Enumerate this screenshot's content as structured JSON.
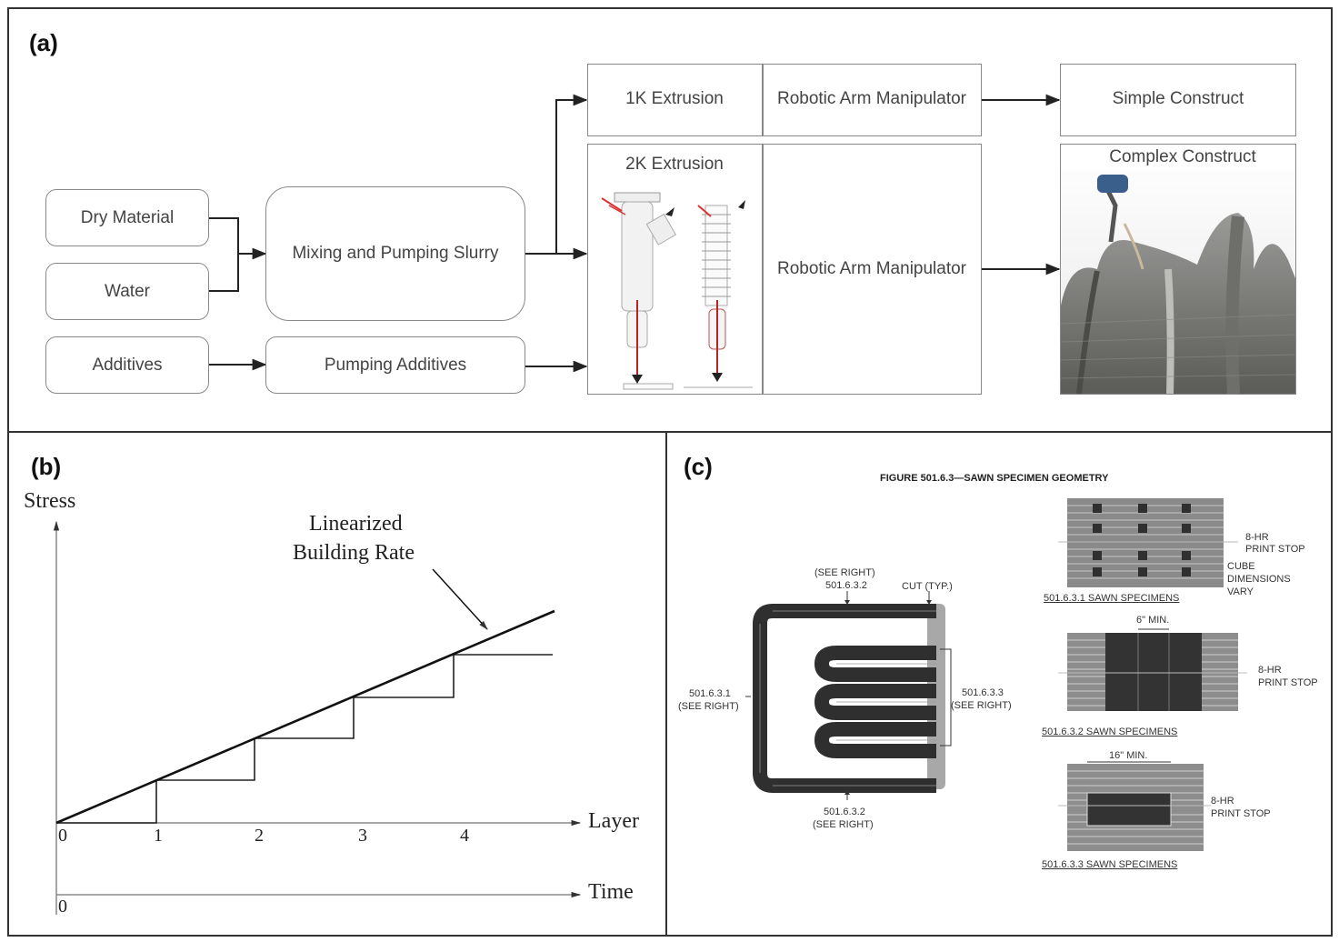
{
  "panel_a": {
    "label": "(a)",
    "inputs": [
      "Dry Material",
      "Water",
      "Additives"
    ],
    "mixing": "Mixing and Pumping Slurry",
    "pumping_additives": "Pumping Additives",
    "extrusion_1k": "1K Extrusion",
    "extrusion_2k": "2K Extrusion",
    "robotic_1": "Robotic Arm Manipulator",
    "robotic_2": "Robotic Arm Manipulator",
    "simple_construct": "Simple Construct",
    "complex_construct": "Complex Construct"
  },
  "panel_b": {
    "label": "(b)",
    "y_axis": "Stress",
    "x_axis_layer": "Layer",
    "x_axis_time": "Time",
    "annotation_line1": "Linearized",
    "annotation_line2": "Building Rate",
    "layer_ticks": [
      "0",
      "1",
      "2",
      "3",
      "4"
    ],
    "time_origin": "0"
  },
  "panel_c": {
    "label": "(c)",
    "figure_title": "FIGURE 501.6.3—SAWN SPECIMEN GEOMETRY",
    "see_right_top": "(SEE RIGHT)",
    "ref_top": "501.6.3.2",
    "cut_typ": "CUT (TYP.)",
    "ref_left": "501.6.3.1",
    "see_right_left": "(SEE RIGHT)",
    "ref_right": "501.6.3.3",
    "see_right_right": "(SEE RIGHT)",
    "ref_bottom": "501.6.3.2",
    "see_right_bottom": "(SEE RIGHT)",
    "spec1_caption": "501.6.3.1 SAWN SPECIMENS",
    "spec1_stop_1": "8-HR",
    "spec1_stop_2": "PRINT STOP",
    "spec1_cube_1": "CUBE",
    "spec1_cube_2": "DIMENSIONS",
    "spec1_cube_3": "VARY",
    "spec2_caption": "501.6.3.2 SAWN SPECIMENS",
    "spec2_min": "6\" MIN.",
    "spec2_stop_1": "8-HR",
    "spec2_stop_2": "PRINT STOP",
    "spec3_caption": "501.6.3.3 SAWN SPECIMENS",
    "spec3_min": "16\" MIN.",
    "spec3_stop_1": "8-HR",
    "spec3_stop_2": "PRINT STOP"
  }
}
